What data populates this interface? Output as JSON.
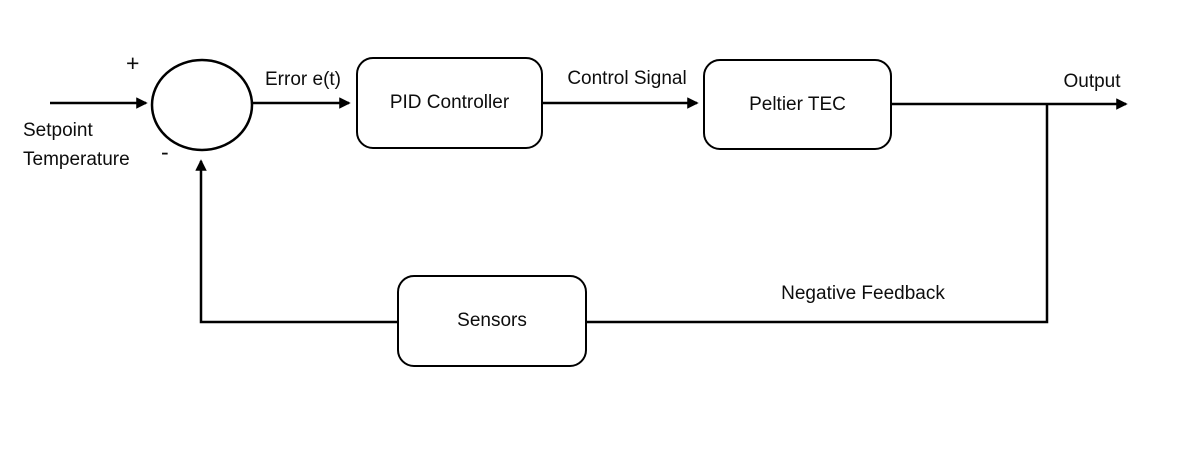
{
  "diagram": {
    "kind": "control-loop-block-diagram",
    "blocks": {
      "pid": "PID Controller",
      "peltier": "Peltier TEC",
      "sensors": "Sensors"
    },
    "labels": {
      "setpoint": "Setpoint\nTemperature",
      "plus": "+",
      "minus": "-",
      "error": "Error e(t)",
      "control_signal": "Control Signal",
      "output": "Output",
      "negative_feedback": "Negative Feedback"
    },
    "colors": {
      "stroke": "#000000",
      "background": "#ffffff",
      "text": "#0d0d0d"
    }
  }
}
